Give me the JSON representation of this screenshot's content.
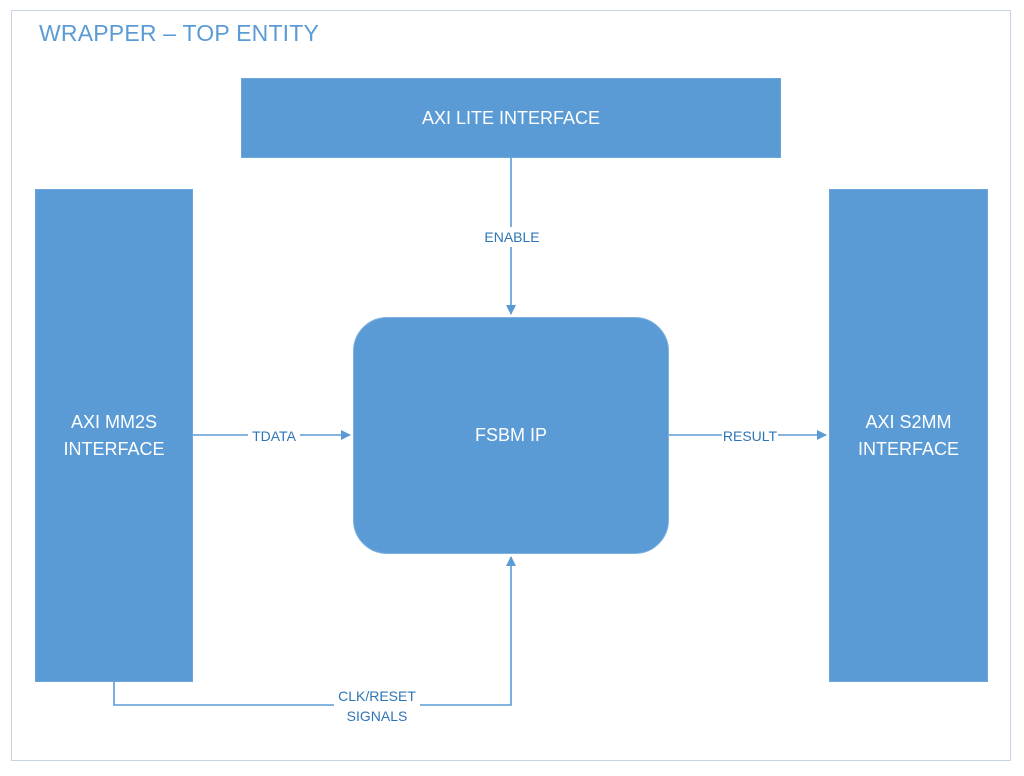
{
  "diagram": {
    "title": "WRAPPER – TOP ENTITY",
    "blocks": {
      "axi_lite": "AXI LITE INTERFACE",
      "mm2s": "AXI MM2S\nINTERFACE",
      "s2mm": "AXI S2MM\nINTERFACE",
      "fsbm": "FSBM IP"
    },
    "signals": {
      "enable": "ENABLE",
      "tdata": "TDATA",
      "result": "RESULT",
      "clk_reset": "CLK/RESET\nSIGNALS"
    },
    "colors": {
      "block_fill": "#5b9bd5",
      "line": "#5b9bd5",
      "label_text": "#2e75b6",
      "frame_border": "#c9d4e2"
    }
  }
}
